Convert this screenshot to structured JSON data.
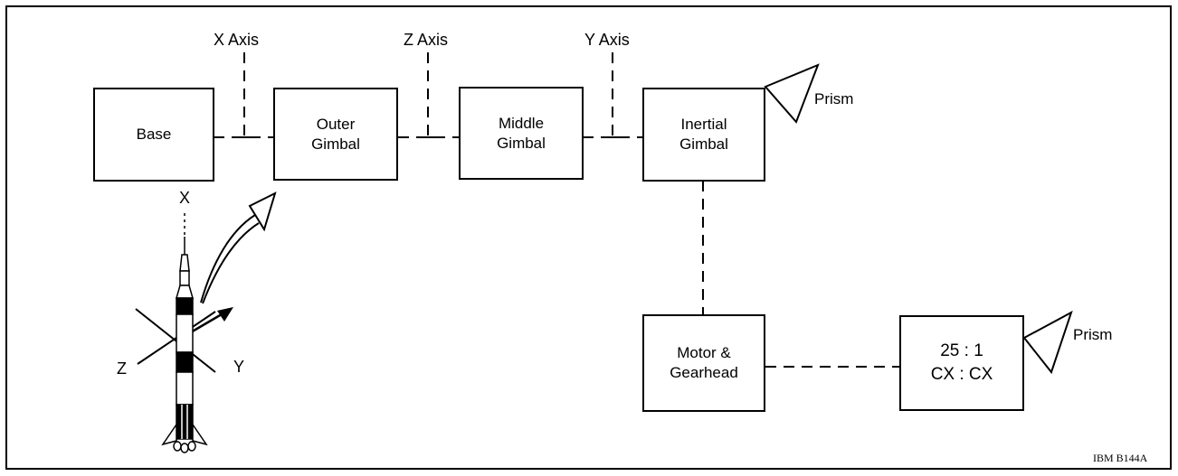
{
  "axes": {
    "x": "X Axis",
    "z": "Z Axis",
    "y": "Y Axis"
  },
  "blocks": {
    "base": [
      "Base"
    ],
    "outer_gimbal": [
      "Outer",
      "Gimbal"
    ],
    "middle_gimbal": [
      "Middle",
      "Gimbal"
    ],
    "inertial_gimbal": [
      "Inertial",
      "Gimbal"
    ],
    "motor_gearhead": [
      "Motor &",
      "Gearhead"
    ],
    "resolver": [
      "25 : 1",
      "CX : CX"
    ]
  },
  "prism_labels": [
    "Prism",
    "Prism"
  ],
  "vehicle_axes": {
    "x": "X",
    "y": "Y",
    "z": "Z"
  },
  "figure_id": "IBM B144A"
}
